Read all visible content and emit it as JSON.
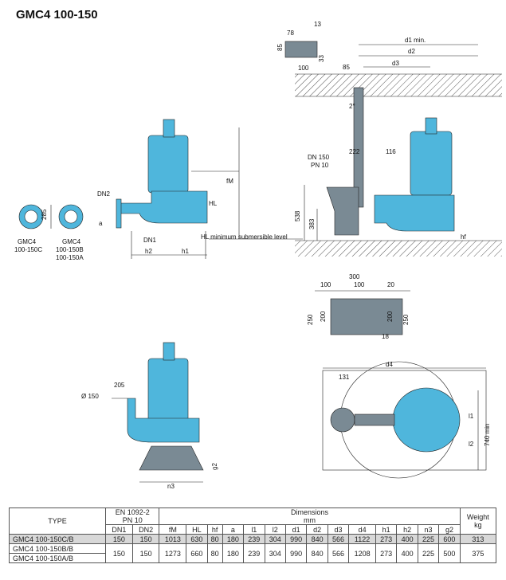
{
  "title": "GMC4 100-150",
  "colors": {
    "pump": "#4fb6dc",
    "flange": "#7a8a94",
    "ground": "#888888"
  },
  "front_view": {
    "flange_dim": "285",
    "flange_left_label": "GMC4\n100-150C",
    "flange_left_l1": "GMC4",
    "flange_left_l2": "100-150C",
    "flange_right_l1": "GMC4",
    "flange_right_l2": "100-150B",
    "flange_right_l3": "100-150A",
    "dn2": "DN2",
    "a": "a",
    "dn1": "DN1",
    "h2": "h2",
    "h1": "h1",
    "hl": "HL",
    "fm": "fM",
    "hl_note": "HL minimum submersible level"
  },
  "install_view": {
    "d78": "78",
    "d13": "13",
    "d85a": "85",
    "d33": "33",
    "d100": "100",
    "d85b": "85",
    "d1": "d1 min.",
    "d2": "d2",
    "d3": "d3",
    "angle": "2°",
    "d222": "222",
    "d116": "116",
    "dn": "DN 150",
    "pn": "PN 10",
    "d538": "538",
    "d383": "383",
    "hf": "hf"
  },
  "base_view": {
    "d300": "300",
    "d100a": "100",
    "d100b": "100",
    "d20": "20",
    "d250a": "250",
    "d200a": "200",
    "d200b": "200",
    "d250b": "250",
    "d18": "18"
  },
  "dry_view": {
    "d205": "205",
    "dia": "Ø 150",
    "g2": "g2",
    "n3": "n3"
  },
  "top_view": {
    "d4": "d4",
    "d131": "131",
    "l1": "l1",
    "l2": "l2",
    "d740": "740 min"
  },
  "table": {
    "type_header": "TYPE",
    "en_header_1": "EN 1092-2",
    "en_header_2": "PN 10",
    "dim_header_1": "Dimensions",
    "dim_header_2": "mm",
    "weight_header_1": "Weight",
    "weight_header_2": "kg",
    "columns": [
      "DN1",
      "DN2",
      "fM",
      "HL",
      "hf",
      "a",
      "l1",
      "l2",
      "d1",
      "d2",
      "d3",
      "d4",
      "h1",
      "h2",
      "n3",
      "g2"
    ],
    "rows": [
      {
        "types": [
          "GMC4 100-150C/B"
        ],
        "values": [
          "150",
          "150",
          "1013",
          "630",
          "80",
          "180",
          "239",
          "304",
          "990",
          "840",
          "566",
          "1122",
          "273",
          "400",
          "225",
          "600",
          "313"
        ]
      },
      {
        "types": [
          "GMC4 100-150B/B",
          "GMC4 100-150A/B"
        ],
        "values": [
          "150",
          "150",
          "1273",
          "660",
          "80",
          "180",
          "239",
          "304",
          "990",
          "840",
          "566",
          "1208",
          "273",
          "400",
          "225",
          "500",
          "375"
        ]
      }
    ]
  }
}
